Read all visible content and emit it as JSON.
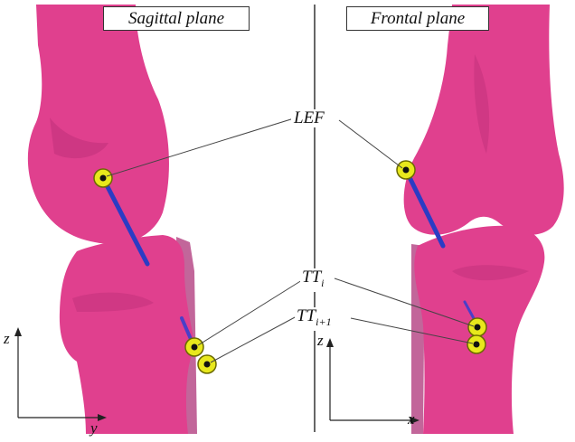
{
  "panels": {
    "left_title": "Sagittal plane",
    "right_title": "Frontal plane"
  },
  "labels": {
    "lef": "LEF",
    "tt_i_main": "TT",
    "tt_i_sub": "i",
    "tt_i1_main": "TT",
    "tt_i1_sub": "i+1"
  },
  "axes": {
    "left_vertical": "z",
    "left_horizontal": "y",
    "right_vertical": "z",
    "right_horizontal": "x"
  },
  "colors": {
    "bone": "#e0408e",
    "bone_shadow": "#b8286f",
    "ligament": "#2b3cc4",
    "marker": "#e8e81c",
    "divider": "#333333"
  }
}
